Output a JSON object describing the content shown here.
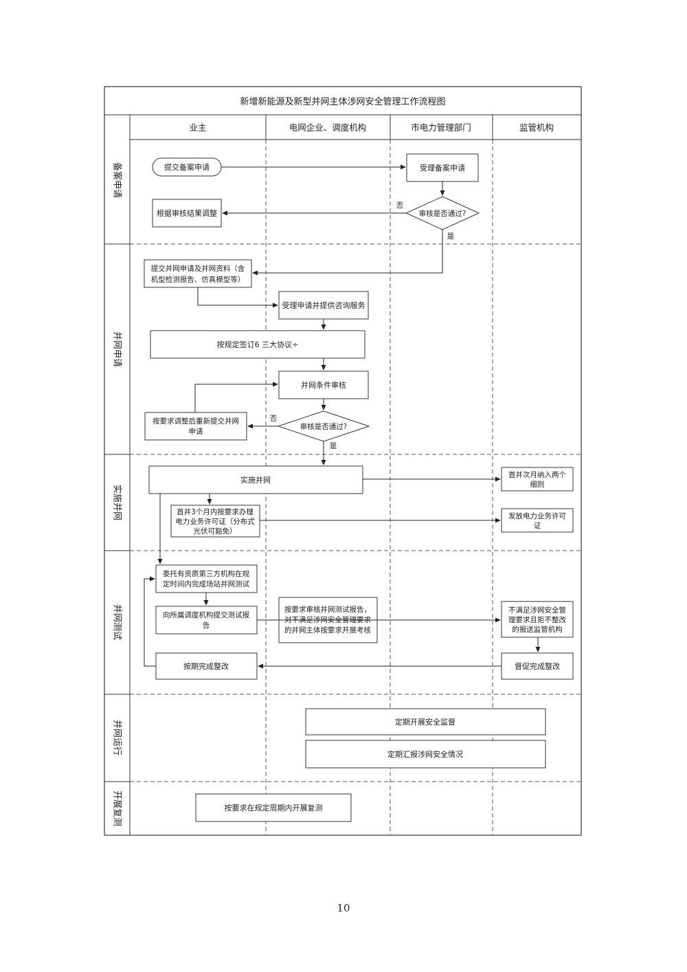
{
  "title": "新增新能源及新型并网主体涉网安全管理工作流程图",
  "columns": [
    "业主",
    "电网企业、调度机构",
    "市电力管理部门",
    "监管机构"
  ],
  "stages": [
    "备案申请",
    "并网申请",
    "实施并网",
    "并网测试",
    "并网运行",
    "开展复测"
  ],
  "nodes": {
    "submit_filing": "提交备案申请",
    "accept_filing": "受理备案申请",
    "review_filing": "审核是否通过?",
    "adjust_result": "根据审核结果调整",
    "submit_connect": [
      "提交并网申请及并网资料（含",
      "机型检测报告、仿真模型等）"
    ],
    "accept_consult": "受理申请并提供咨询服务",
    "sign_agreements": "按规定签订6 三大协议÷",
    "condition_review": "并网条件审核",
    "review_connect": "审核是否通过?",
    "resubmit": [
      "按要求调整后重新提交并网",
      "申请"
    ],
    "implement": "实施并网",
    "two_rules": [
      "首并次月纳入两个",
      "细则"
    ],
    "license": [
      "首并3个月内按要求办理",
      "电力业务许可证（分布式",
      "光伏可豁免）"
    ],
    "issue_license": [
      "发放电力业务许可",
      "证"
    ],
    "third_party": [
      "委托有资质第三方机构在规",
      "定时间内完成场站并网测试"
    ],
    "submit_report": [
      "向所属调度机构提交测试报",
      "告"
    ],
    "review_report": [
      "按要求审核并网测试报告，",
      "对不满足涉网安全管理要求",
      "的并网主体按要求开展考核"
    ],
    "not_meet": [
      "不满足涉网安全管",
      "理要求且拒不整改",
      "的报送监管机构"
    ],
    "rectify": "按期完成整改",
    "urge": "督促完成整改",
    "supervise": "定期开展安全监督",
    "report_safety": "定期汇报涉网安全情况",
    "retest": "按要求在规定周期内开展复测"
  },
  "branch_labels": {
    "no": "否",
    "yes": "是"
  },
  "page_number": "10"
}
